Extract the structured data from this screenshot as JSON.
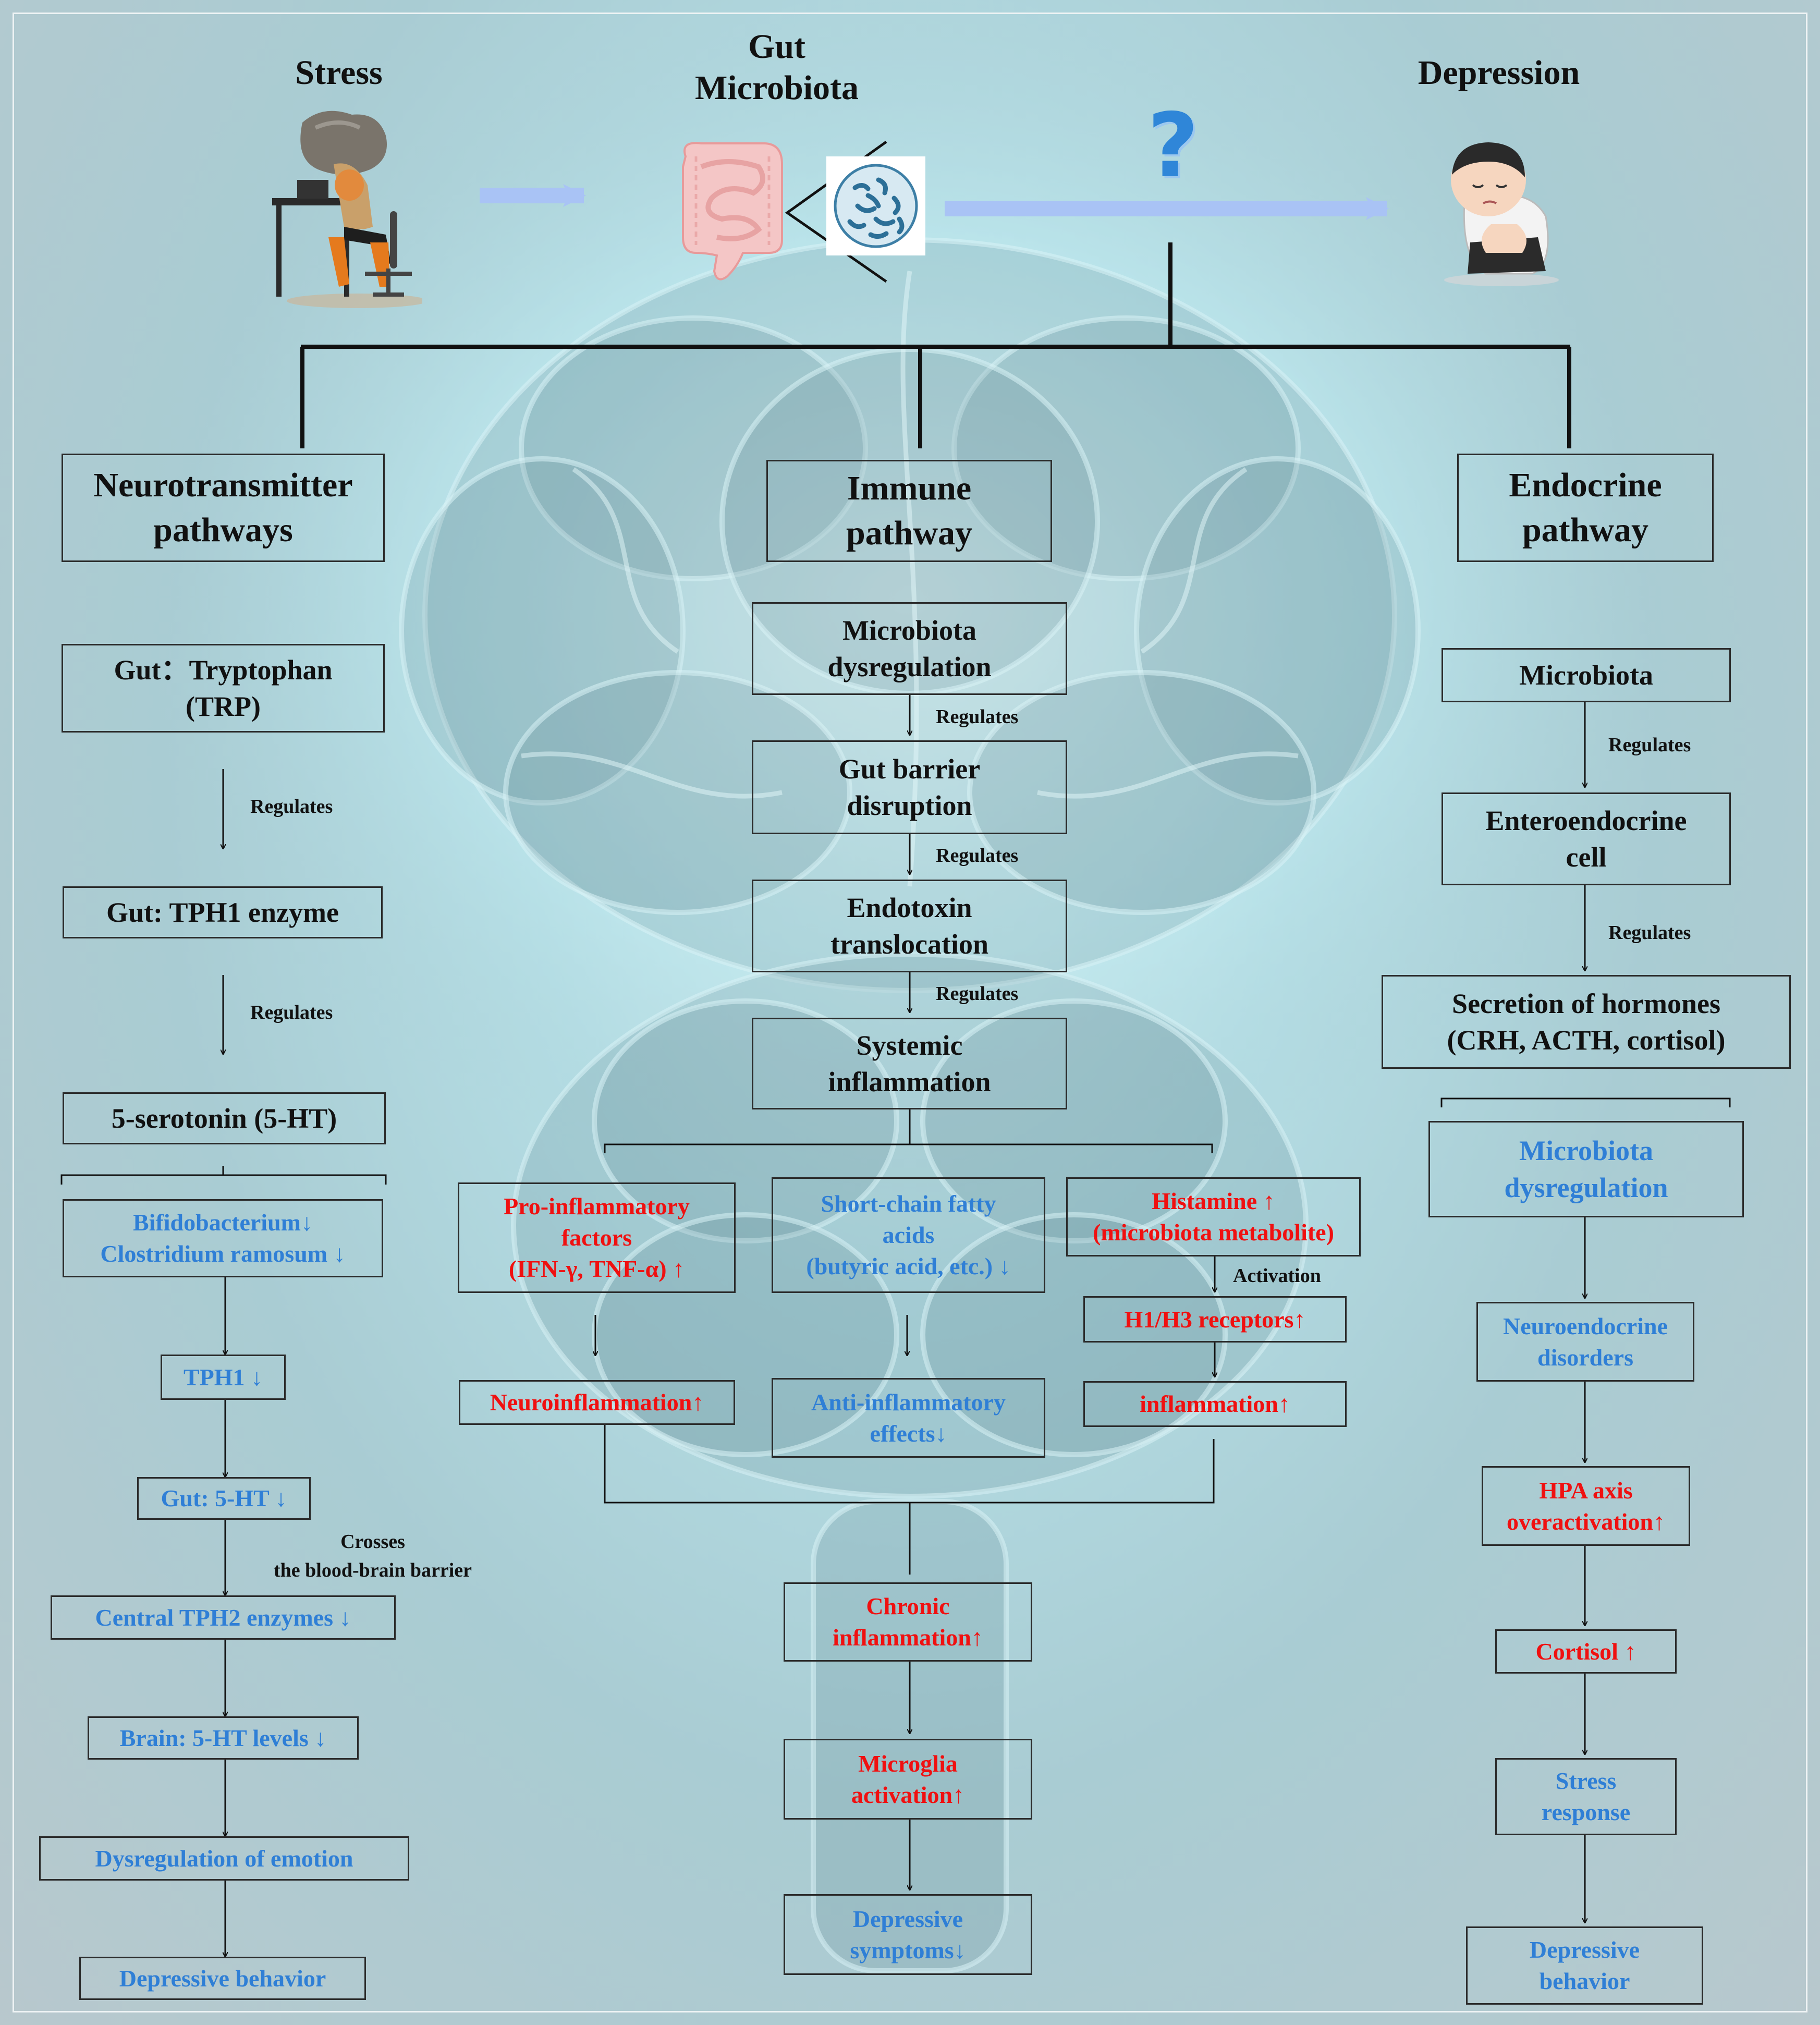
{
  "header": {
    "stress": "Stress",
    "gut_microbiota": "Gut\nMicrobiota",
    "depression": "Depression",
    "question_mark": "?"
  },
  "icons": {
    "stress": "stressed-person-under-boulder-icon",
    "intestine": "intestine-icon",
    "bacteria": "bacteria-icon",
    "question": "question-mark-icon",
    "depression": "sad-child-icon"
  },
  "colors": {
    "up_red": "#f01010",
    "down_blue": "#2f7fd6",
    "box_border": "#2b2b2b"
  },
  "labels": {
    "regulates": "Regulates",
    "activation": "Activation",
    "crosses": "Crosses\nthe blood-brain barrier"
  },
  "neuro": {
    "header": "Neurotransmitter\npathways",
    "trp": "Gut：Tryptophan\n(TRP)",
    "tph1": "Gut: TPH1 enzyme",
    "serotonin": "5-serotonin (5-HT)",
    "bifido": "Bifidobacterium↓\nClostridium ramosum ↓",
    "tph1_down": "TPH1 ↓",
    "gut_5ht": "Gut: 5-HT ↓",
    "tph2": "Central TPH2 enzymes ↓",
    "brain_5ht": "Brain: 5-HT levels ↓",
    "emotion": "Dysregulation of emotion",
    "behavior": "Depressive behavior"
  },
  "immune": {
    "header": "Immune\npathway",
    "dysreg": "Microbiota\ndysregulation",
    "barrier": "Gut barrier\ndisruption",
    "endotoxin": "Endotoxin\ntranslocation",
    "systemic": "Systemic\ninflammation",
    "proinf": "Pro-inflammatory\nfactors\n(IFN-γ, TNF-α) ↑",
    "scfa": "Short-chain fatty\nacids\n(butyric acid, etc.) ↓",
    "histamine": "Histamine ↑\n(microbiota metabolite)",
    "neuroinf": "Neuroinflammation↑",
    "antiinf": "Anti-inflammatory\neffects↓",
    "receptors": "H1/H3 receptors↑",
    "inflammation": "inflammation↑",
    "chronic": "Chronic\ninflammation↑",
    "microglia": "Microglia\nactivation↑",
    "symptoms": "Depressive\nsymptoms↓"
  },
  "endocrine": {
    "header": "Endocrine\npathway",
    "microbiota": "Microbiota",
    "enteroendocrine": "Enteroendocrine\ncell",
    "hormones": "Secretion of hormones\n(CRH, ACTH, cortisol)",
    "dysreg": "Microbiota\ndysregulation",
    "neuroendocrine": "Neuroendocrine\ndisorders",
    "hpa": "HPA axis\noveractivation↑",
    "cortisol": "Cortisol ↑",
    "stress_resp": "Stress\nresponse",
    "behavior": "Depressive\nbehavior"
  }
}
